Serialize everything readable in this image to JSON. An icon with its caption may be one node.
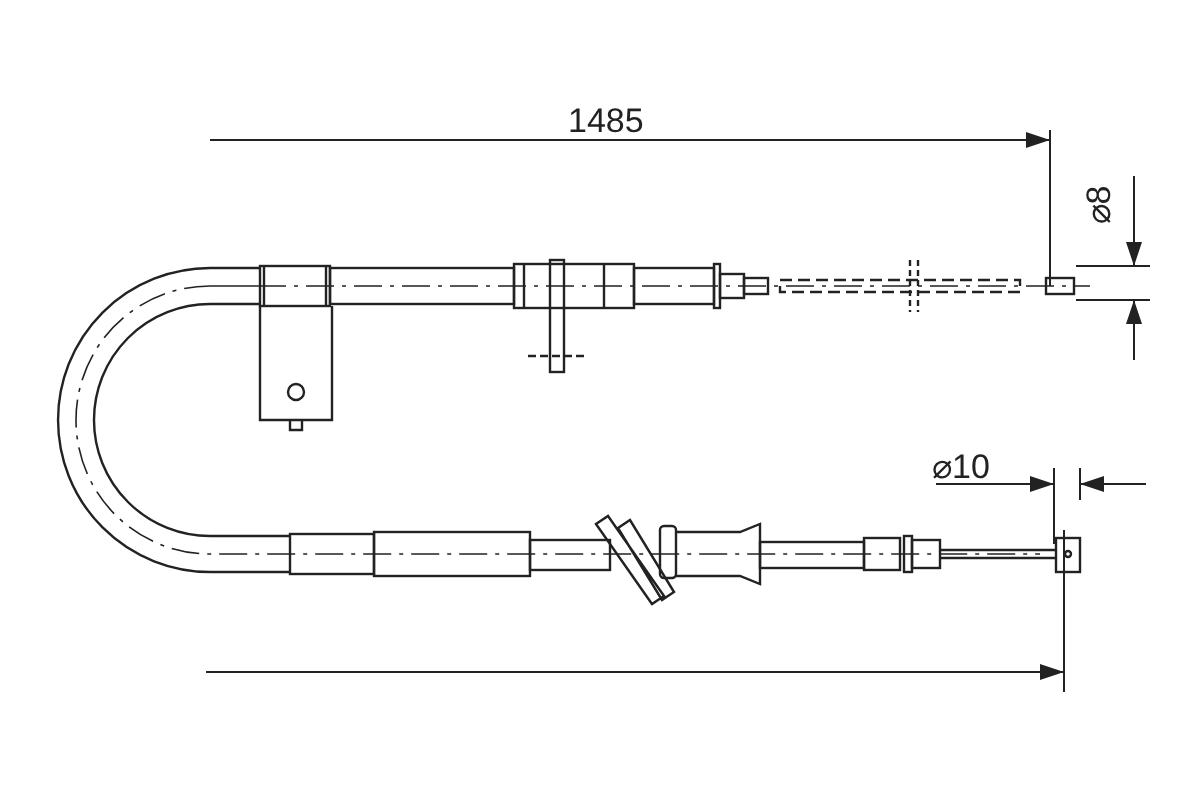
{
  "diagram": {
    "labels": [
      "1485",
      "⌀8",
      "⌀10"
    ]
  }
}
